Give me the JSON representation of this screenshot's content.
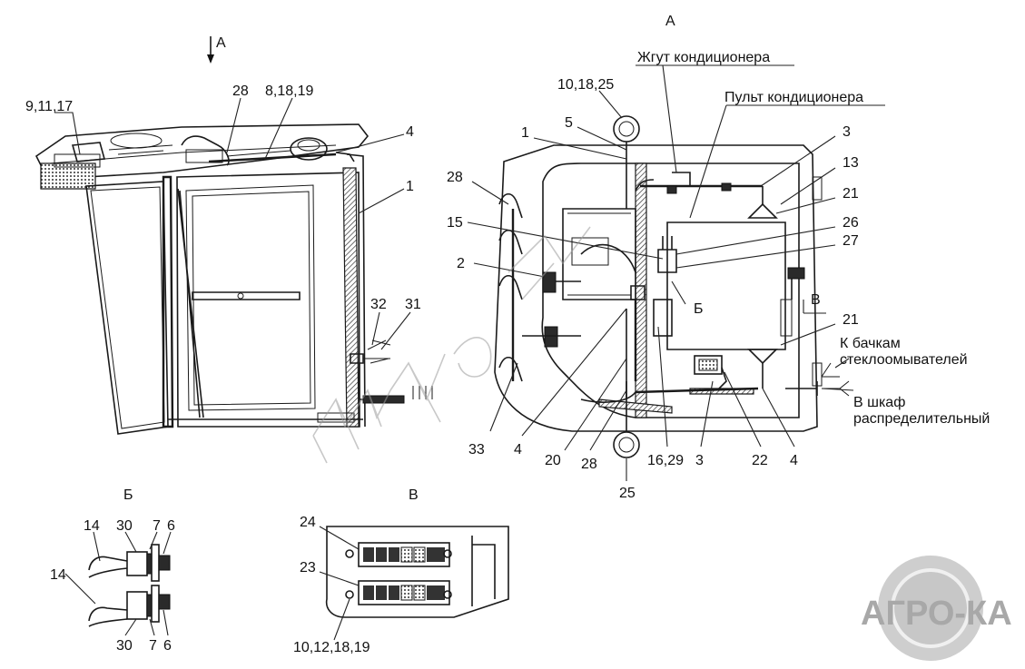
{
  "views": {
    "view_a_top": "А",
    "view_a_arrow": "А",
    "view_b": "Б",
    "view_v": "В",
    "section_b_mark": "Б",
    "section_v_mark": "В"
  },
  "labels": {
    "zhgut": "Жгут кондиционера",
    "pult": "Пульт кондиционера",
    "k_bachkam_1": "К бачкам",
    "k_bachkam_2": "стеклоомывателей",
    "v_shkaf_1": "В шкаф",
    "v_shkaf_2": "распределительный"
  },
  "callouts_left": {
    "c_9_11_17": "9,11,17",
    "c_28": "28",
    "c_8_18_19": "8,18,19",
    "c_4": "4",
    "c_1": "1",
    "c_32": "32",
    "c_31": "31"
  },
  "callouts_right": {
    "c_10_18_25": "10,18,25",
    "c_5": "5",
    "c_1": "1",
    "c_28_top": "28",
    "c_15": "15",
    "c_2": "2",
    "c_3_top": "3",
    "c_13": "13",
    "c_21_top": "21",
    "c_26": "26",
    "c_27": "27",
    "c_21_mid": "21",
    "c_33": "33",
    "c_4_bl": "4",
    "c_20": "20",
    "c_28_bot": "28",
    "c_16_29": "16,29",
    "c_3_bot": "3",
    "c_22": "22",
    "c_4_br": "4",
    "c_25": "25"
  },
  "callouts_b": {
    "c_14_top": "14",
    "c_30_top": "30",
    "c_7_top": "7",
    "c_6_top": "6",
    "c_14_bot": "14",
    "c_30_bot": "30",
    "c_7_bot": "7",
    "c_6_bot": "6"
  },
  "callouts_v": {
    "c_24": "24",
    "c_23": "23",
    "c_10_12_18_19": "10,12,18,19"
  },
  "logo": {
    "text": "АГРО-КА",
    "color": "#bdbdbd"
  },
  "watermark_text": "mkat"
}
